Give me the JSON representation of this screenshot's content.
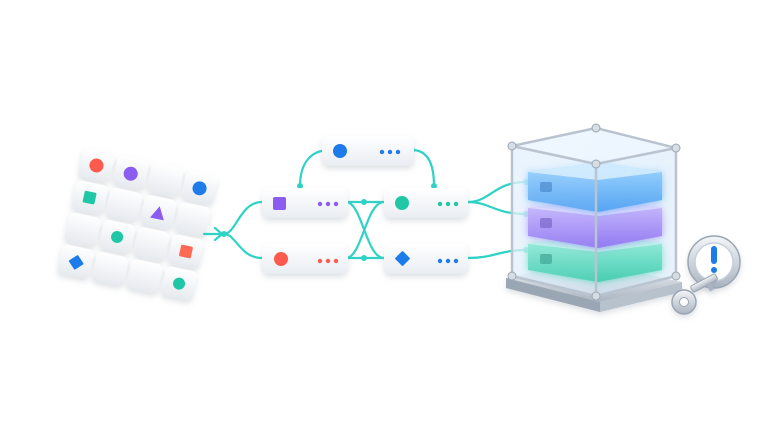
{
  "colors": {
    "accent": "#2ED3C6",
    "blue": "#1E7BEA",
    "purple": "#8A5CF0",
    "coral": "#FF5A4E",
    "teal": "#1FC7A6",
    "server_top": "#47A7FF",
    "server_mid": "#9B7BFF",
    "server_bottom": "#2ED9B3"
  },
  "grid": {
    "shape_icons": [
      "red-circle",
      "purple-circle",
      "blue-circle",
      "teal-square",
      "purple-triangle",
      "teal-circle",
      "coral-square",
      "blue-diamond",
      "teal-circle"
    ]
  },
  "pipeline": {
    "cards": [
      {
        "shape": "circle",
        "color": "blue"
      },
      {
        "shape": "square",
        "color": "purple"
      },
      {
        "shape": "circle",
        "color": "coral"
      },
      {
        "shape": "circle",
        "color": "teal"
      },
      {
        "shape": "diamond",
        "color": "blue"
      }
    ]
  },
  "storage": {
    "servers": [
      "server-top",
      "server-middle",
      "server-bottom"
    ],
    "lock": "padlock-icon",
    "key": "key-icon"
  }
}
